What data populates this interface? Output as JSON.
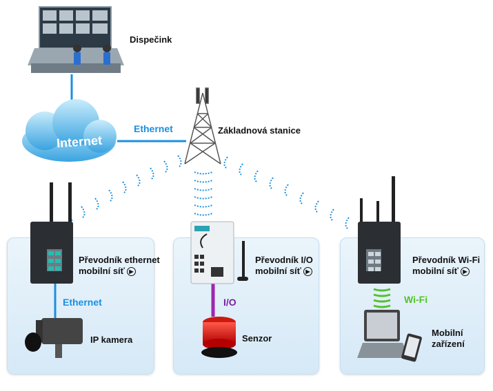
{
  "dispatch": {
    "label": "Dispečink"
  },
  "internet": {
    "label": "Internet"
  },
  "links": {
    "ethernet_top": "Ethernet",
    "ethernet_left": "Ethernet",
    "io": "I/O",
    "wifi": "Wi-Fi"
  },
  "base_station": {
    "label": "Základnová stanice"
  },
  "panels": [
    {
      "line1": "Převodník ethernet",
      "line2": "mobilní síť",
      "device_label": "IP kamera"
    },
    {
      "line1": "Převodník I/O",
      "line2": "mobilní síť",
      "device_label": "Senzor"
    },
    {
      "line1": "Převodník Wi-Fi",
      "line2": "mobilní síť",
      "device_label_line1": "Mobilní",
      "device_label_line2": "zařízení"
    }
  ],
  "colors": {
    "ethernet": "#1a8fe0",
    "io": "#7b1fa2",
    "wifi": "#55c02c",
    "panel": "#e2eff9"
  },
  "icons": [
    "control-room-icon",
    "cloud-icon",
    "tower-icon",
    "gateway-icon",
    "camera-icon",
    "io-module-icon",
    "beacon-icon",
    "laptop-icon",
    "phone-icon",
    "chevron-circle-icon"
  ]
}
